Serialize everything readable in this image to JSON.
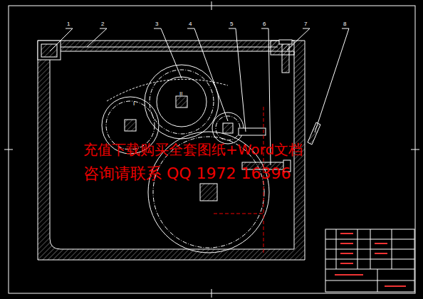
{
  "diagram": {
    "labels": [
      "1",
      "2",
      "3",
      "4",
      "5",
      "6",
      "7",
      "8",
      "I",
      "II",
      "充值下载购买全套图纸+Word文档",
      "咨询请联系 QQ 1972 16396"
    ]
  }
}
